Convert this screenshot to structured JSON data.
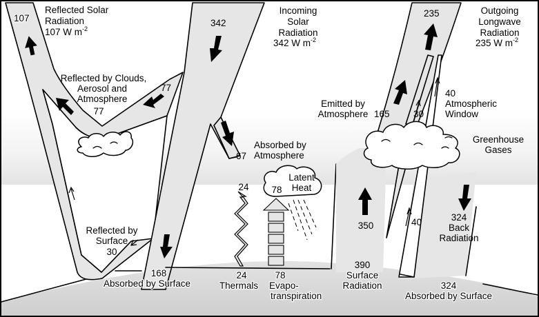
{
  "title": "Earth's Annual Global Mean Energy Budget",
  "units": "W m-2",
  "reflected_solar": {
    "heading_line1": "Reflected Solar",
    "heading_line2": "Radiation",
    "heading_value": "107 W m",
    "heading_exp": "-2",
    "top_value": "107"
  },
  "incoming_solar": {
    "heading_line1": "Incoming",
    "heading_line2": "Solar",
    "heading_line3": "Radiation",
    "heading_value": "342 W m",
    "heading_exp": "-2",
    "band_value": "342"
  },
  "outgoing_longwave": {
    "heading_line1": "Outgoing",
    "heading_line2": "Longwave",
    "heading_line3": "Radiation",
    "heading_value": "235 W m",
    "heading_exp": "-2",
    "top_value": "235"
  },
  "reflected_by_clouds": {
    "line1": "Reflected by Clouds,",
    "line2": "Aerosol and",
    "line3": "Atmosphere",
    "value_in": "77",
    "value_out": "77"
  },
  "absorbed_by_atmosphere": {
    "line1": "Absorbed by",
    "line2": "Atmosphere",
    "value": "67"
  },
  "reflected_by_surface": {
    "line1": "Reflected by",
    "line2": "Surface",
    "value": "30"
  },
  "absorbed_by_surface_solar": {
    "value": "168",
    "label": "Absorbed by Surface"
  },
  "thermals": {
    "value_top": "24",
    "value_bottom": "24",
    "label": "Thermals"
  },
  "evapotranspiration": {
    "value_top": "78",
    "value_bottom": "78",
    "label_line1": "Evapo-",
    "label_line2": "transpiration"
  },
  "latent_heat": {
    "line1": "Latent",
    "line2": "Heat"
  },
  "emitted_by_atmosphere": {
    "line1": "Emitted by",
    "line2": "Atmosphere",
    "value": "165",
    "cloud_value": "30"
  },
  "atmospheric_window": {
    "value": "40",
    "line1": "Atmospheric",
    "line2": "Window",
    "lower_value": "40"
  },
  "greenhouse_gases": {
    "line1": "Greenhouse",
    "line2": "Gases"
  },
  "surface_radiation": {
    "absorbed_value": "350",
    "value": "390",
    "line1": "Surface",
    "line2": "Radiation"
  },
  "back_radiation": {
    "value": "324",
    "line1": "Back",
    "line2": "Radiation"
  },
  "absorbed_by_surface_longwave": {
    "value": "324",
    "label": "Absorbed by Surface"
  },
  "colors": {
    "band_fill": "#e6e6e6",
    "atmosphere_gradient_top": "#ffffff",
    "atmosphere_gradient_bottom": "#dcdcdc",
    "ground_fill": "#d2d2d2",
    "outline": "#000000"
  }
}
